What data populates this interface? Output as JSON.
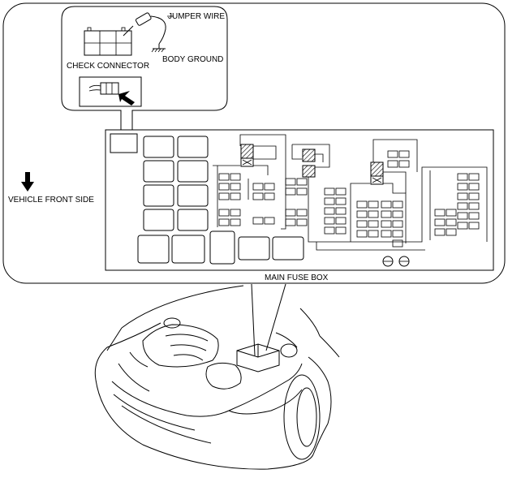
{
  "labels": {
    "jumper_wire": "JUMPER WIRE",
    "check_connector": "CHECK CONNECTOR",
    "body_ground": "BODY GROUND",
    "vehicle_front_side": "VEHICLE FRONT SIDE",
    "main_fuse_box": "MAIN FUSE BOX"
  },
  "icons": {
    "direction_arrow": "arrow-down-icon",
    "insert_arrow": "arrow-up-left-icon",
    "ground_symbol": "ground-icon"
  },
  "colors": {
    "line": "#000000",
    "background": "#ffffff"
  }
}
